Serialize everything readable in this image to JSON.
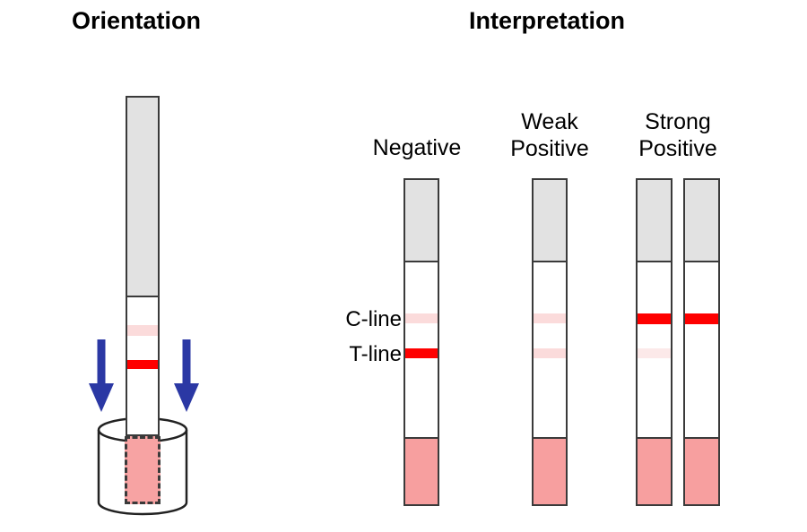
{
  "diagram": {
    "orientation": {
      "title": "Orientation",
      "strip": {
        "c_line": "faint",
        "t_line": "strong"
      },
      "arrows": {
        "direction": "down",
        "count": 2
      }
    },
    "interpretation": {
      "title": "Interpretation",
      "row_labels": {
        "c": "C-line",
        "t": "T-line"
      },
      "columns": [
        {
          "id": "negative",
          "label": "Negative",
          "strips": [
            {
              "c_line": "faint",
              "t_line": "strong"
            }
          ]
        },
        {
          "id": "weak-positive",
          "label": "Weak Positive",
          "strips": [
            {
              "c_line": "faint",
              "t_line": "faint"
            }
          ]
        },
        {
          "id": "strong-positive",
          "label": "Strong Positive",
          "strips": [
            {
              "c_line": "strong",
              "t_line": "very_faint"
            },
            {
              "c_line": "strong",
              "t_line": "none"
            }
          ]
        }
      ]
    },
    "band_colors": {
      "strong": "#FE0000",
      "faint": "#FBDBDB",
      "very_faint": "#FCE9E9",
      "none": "transparent"
    },
    "colors": {
      "absorbent_pad": "#E2E2E2",
      "sample_pad": "#F79F9F",
      "strip_border": "#3A3A3A",
      "arrow_blue": "#2B38A4",
      "text": "#000000"
    }
  }
}
